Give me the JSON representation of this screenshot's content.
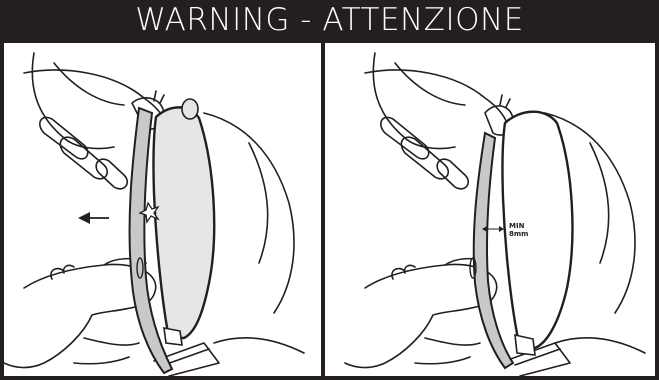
{
  "title": "WARNING - ATTENZIONE",
  "right_panel": {
    "min_label": "MIN",
    "min_value": "8mm"
  },
  "colors": {
    "frame": "#231f20",
    "background": "#ffffff",
    "pad_fill": "#e6e6e8",
    "plate_fill": "#c9c9cb",
    "ink": "#231f20"
  }
}
